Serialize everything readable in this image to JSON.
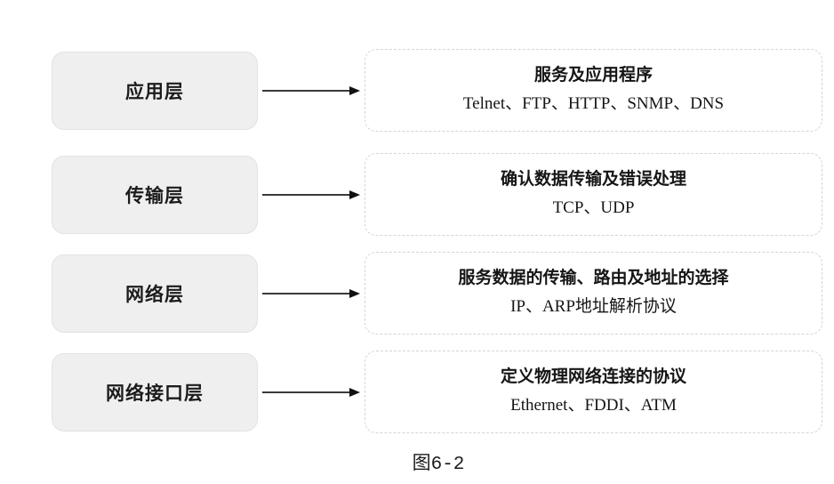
{
  "diagram": {
    "caption": "图6-2",
    "rows": [
      {
        "layer": "应用层",
        "title": "服务及应用程序",
        "protocols": "Telnet、FTP、HTTP、SNMP、DNS"
      },
      {
        "layer": "传输层",
        "title": "确认数据传输及错误处理",
        "protocols": "TCP、UDP"
      },
      {
        "layer": "网络层",
        "title": "服务数据的传输、路由及地址的选择",
        "protocols": "IP、ARP地址解析协议"
      },
      {
        "layer": "网络接口层",
        "title": "定义物理网络连接的协议",
        "protocols": "Ethernet、FDDI、ATM"
      }
    ],
    "colors": {
      "layer_box_bg": "#efefef",
      "layer_box_border": "#e2e2e2",
      "detail_box_border": "#d4d4d4",
      "arrow": "#3a3a3a",
      "text": "#1c1c1c",
      "background": "#ffffff"
    }
  }
}
